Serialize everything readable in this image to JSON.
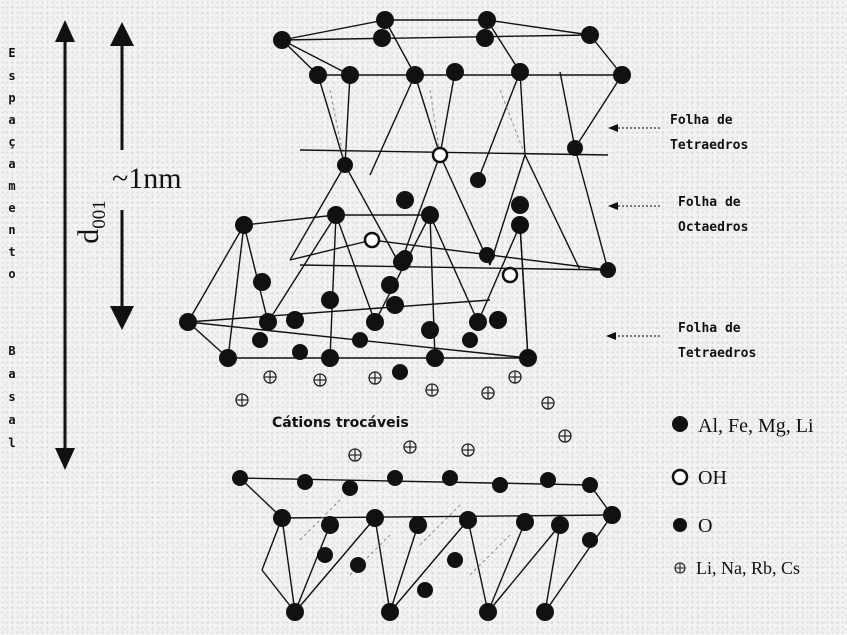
{
  "diagram": {
    "d001_label": "d",
    "d001_subscript": "001",
    "nm_label": "~1nm",
    "vertical_word_letters": [
      "E",
      "s",
      "p",
      "a",
      "ç",
      "a",
      "m",
      "e",
      "n",
      "t",
      "o",
      "B",
      "a",
      "s",
      "a",
      "l"
    ],
    "sheet_labels": [
      {
        "line1": "Folha de",
        "line2": "Tetraedros"
      },
      {
        "line1": "Folha de",
        "line2": "Octaedros"
      },
      {
        "line1": "Folha de",
        "line2": "Tetraedros"
      }
    ],
    "cations_label": "Cátions trocáveis",
    "legend": [
      {
        "symbol": "large-filled-circle",
        "label": "Al, Fe, Mg, Li"
      },
      {
        "symbol": "open-circle",
        "label": "OH"
      },
      {
        "symbol": "small-filled-circle",
        "label": "O"
      },
      {
        "symbol": "crossed-circle",
        "label": "Li, Na, Rb, Cs"
      }
    ],
    "colors": {
      "ink": "#111111",
      "background": "#f3f3f1",
      "ghost_lines": "#8a8a8a"
    }
  }
}
